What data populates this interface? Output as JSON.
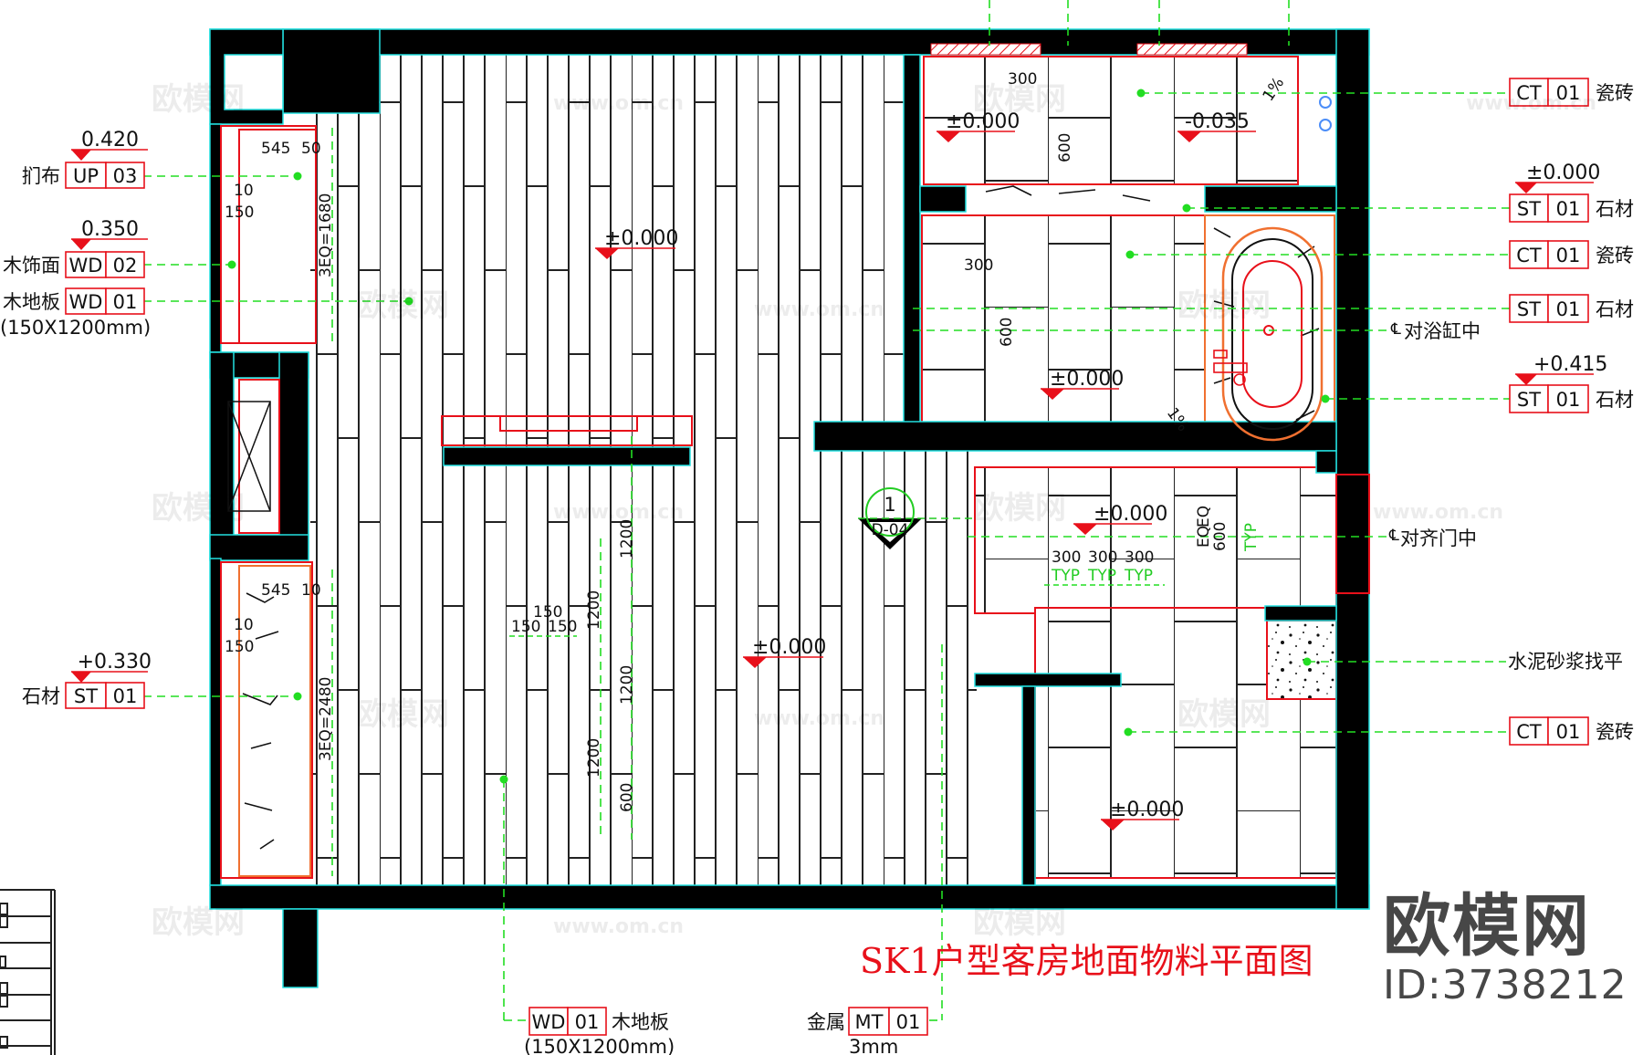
{
  "drawing": {
    "title": "SK1户型客房地面物料平面图",
    "colors": {
      "wall": "#000000",
      "outline": "#e8101a",
      "wall_edge": "#22e0e0",
      "leader": "#22dd22",
      "trim": "#f07030",
      "text": "#111111"
    }
  },
  "left_callouts": [
    {
      "level": "0.420",
      "name": "扪布",
      "code": "UP",
      "num": "03"
    },
    {
      "level": "0.350",
      "name": "木饰面",
      "code": "WD",
      "num": "02"
    },
    {
      "level": "",
      "name": "木地板",
      "code": "WD",
      "num": "01",
      "note": "(150X1200mm)"
    },
    {
      "level": "+0.330",
      "name": "石材",
      "code": "ST",
      "num": "01"
    }
  ],
  "right_callouts": [
    {
      "level": "",
      "code": "CT",
      "num": "01",
      "name": "瓷砖"
    },
    {
      "level": "±0.000",
      "code": "ST",
      "num": "01",
      "name": "石材"
    },
    {
      "level": "",
      "code": "CT",
      "num": "01",
      "name": "瓷砖"
    },
    {
      "level": "",
      "code": "ST",
      "num": "01",
      "name": "石材"
    },
    {
      "level": "+0.415",
      "code": "ST",
      "num": "01",
      "name": "石材"
    },
    {
      "level": "",
      "code": "CT",
      "num": "01",
      "name": "瓷砖"
    }
  ],
  "right_notes": {
    "bathtub_center": "对浴缸中",
    "door_center": "对齐门中",
    "mortar": "水泥砂浆找平",
    "centerline_symbol": "℄"
  },
  "bottom_callouts": [
    {
      "code": "WD",
      "num": "01",
      "name": "木地板",
      "note": "(150X1200mm)"
    },
    {
      "prefix": "金属",
      "code": "MT",
      "num": "01",
      "note": "3mm"
    }
  ],
  "floor_levels": {
    "bedroom_upper": "±0.000",
    "bedroom_lower": "±0.000",
    "wc_left": "±0.000",
    "shower": "-0.035",
    "bath_area": "±0.000",
    "corridor": "±0.000",
    "closet": "±0.000"
  },
  "dimensions": {
    "left_upper": {
      "a": "545",
      "b": "50",
      "c": "10",
      "d": "150",
      "eq": "3EQ=1680"
    },
    "left_lower": {
      "a": "545",
      "b": "10",
      "c": "10",
      "d": "150",
      "eq": "3EQ=2480"
    },
    "wood_widths": [
      "150",
      "150",
      "150"
    ],
    "wood_lengths_a": [
      "1200",
      "1200"
    ],
    "wood_lengths_b": [
      "1200",
      "1200",
      "600"
    ],
    "wc_tile": {
      "w": "300",
      "h": "600"
    },
    "bath_tile": {
      "w": "300",
      "h": "600"
    },
    "corridor_tile": [
      "300",
      "300",
      "300"
    ],
    "corridor_typ": "TYP",
    "corridor_h": "600",
    "corridor_eq": "EQ",
    "slope": "1%"
  },
  "section_marker": {
    "number": "1",
    "sheet": "D-04"
  },
  "watermark": {
    "logo": "欧模网",
    "id": "ID:3738212",
    "url": "www.om.cn"
  }
}
